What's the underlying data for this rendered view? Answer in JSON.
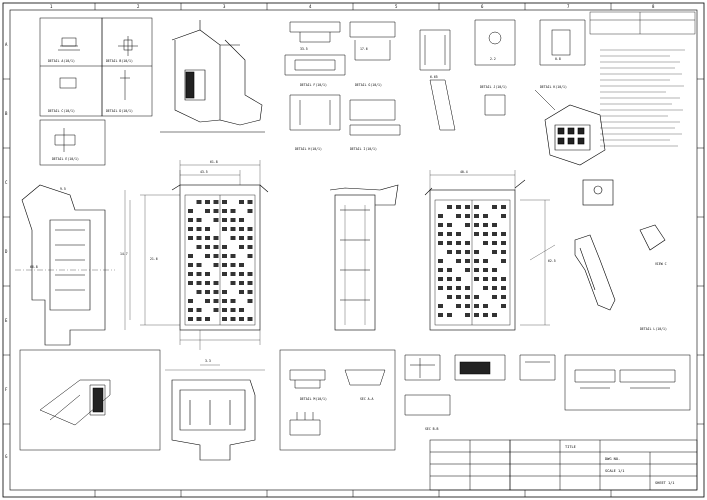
{
  "drawing": {
    "border_numbers_top": [
      "1",
      "2",
      "3",
      "4",
      "5",
      "6",
      "7",
      "8"
    ],
    "border_letters_side": [
      "A",
      "B",
      "C",
      "D",
      "E",
      "F",
      "G"
    ],
    "detail_labels": [
      "DETAIL A(10/1)",
      "DETAIL B(10/1)",
      "DETAIL C(10/1)",
      "DETAIL D(10/1)",
      "DETAIL E(10/1)",
      "DETAIL F(10/1)",
      "DETAIL G(10/1)",
      "DETAIL H(10/1)",
      "DETAIL I(10/1)",
      "DETAIL J(10/1)",
      "DETAIL K(10/1)",
      "DETAIL L(10/1)",
      "DETAIL M(10/1)"
    ],
    "section_labels": [
      "SEC A-A",
      "SEC B-B",
      "VIEW C"
    ],
    "dimensions": [
      "61.8",
      "43.5",
      "21.6",
      "14.7",
      "3.3",
      "40.4",
      "62.5",
      "9.5",
      "66.8",
      "33.5",
      "17.6",
      "6.65",
      "2.2",
      "0.8"
    ],
    "title_block_text": [
      "TITLE",
      "DWG NO.",
      "SCALE 1/1",
      "SHEET 1/1"
    ]
  }
}
